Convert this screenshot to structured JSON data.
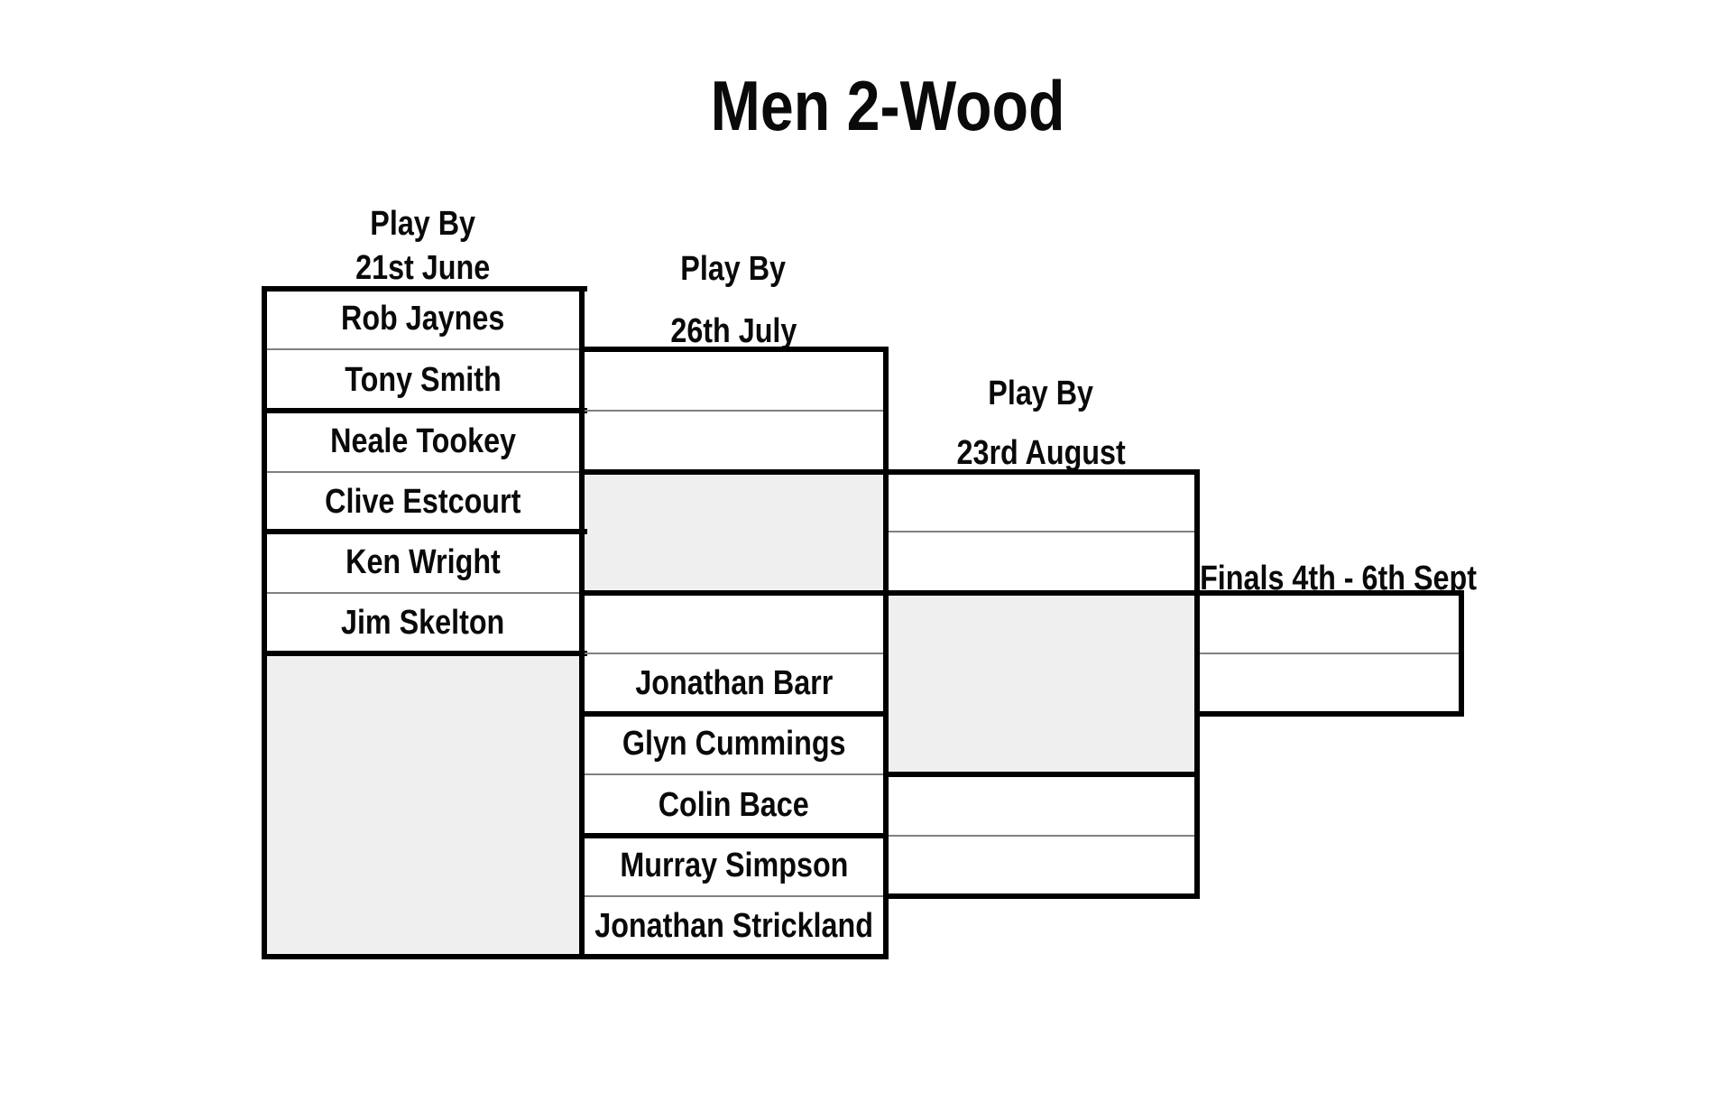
{
  "title": "Men 2-Wood",
  "bracket": {
    "round1": {
      "header_line1": "Play By",
      "header_line2": "21st June",
      "players": [
        "Rob Jaynes",
        "Tony Smith",
        "Neale Tookey",
        "Clive Estcourt",
        "Ken Wright",
        "Jim Skelton"
      ]
    },
    "round2": {
      "header_line1": "Play By",
      "header_line2": "26th July",
      "players": [
        "Jonathan Barr",
        "Glyn Cummings",
        "Colin Bace",
        "Murray Simpson",
        "Jonathan Strickland"
      ]
    },
    "round3": {
      "header_line1": "Play By",
      "header_line2": "23rd August"
    },
    "finals": {
      "header": "Finals 4th - 6th Sept"
    }
  },
  "colors": {
    "thick_line": "#000000",
    "thin_line": "#808080",
    "bye_fill": "#efefef",
    "background": "#ffffff",
    "text": "#0a0a0a"
  }
}
